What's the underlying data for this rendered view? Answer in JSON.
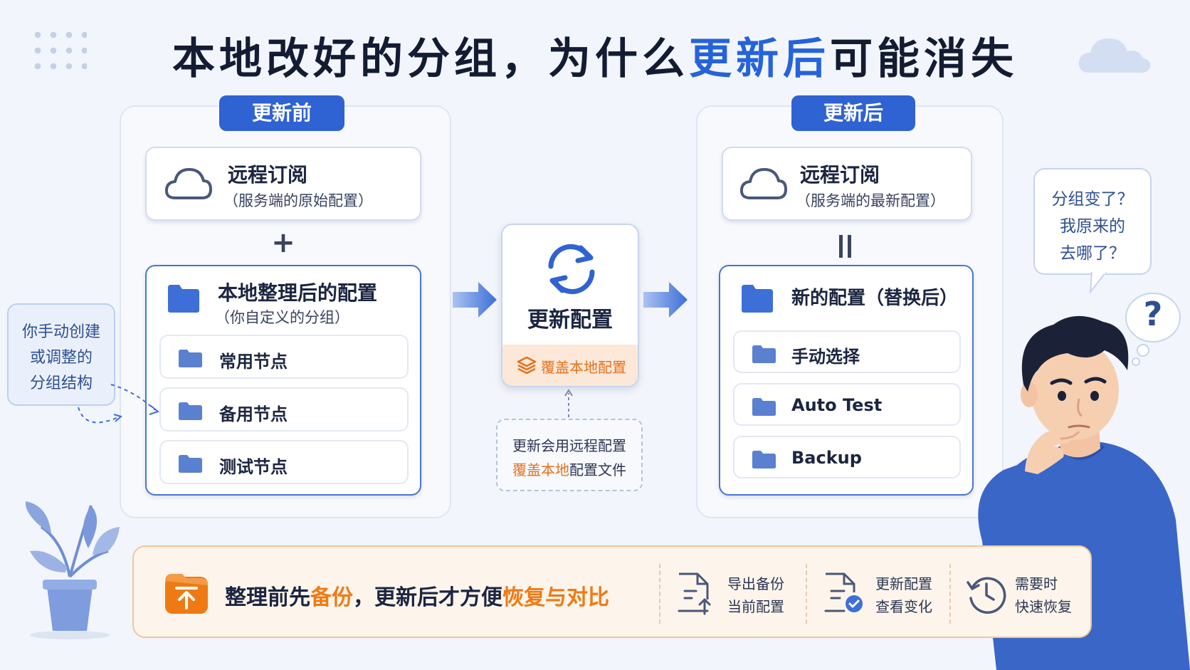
{
  "title": {
    "part1": "本地改好的分组，为什么",
    "highlight": "更新后",
    "part2": "可能消失"
  },
  "before": {
    "tag": "更新前",
    "remote_title": "远程订阅",
    "remote_sub": "（服务端的原始配置）",
    "operator": "+",
    "local_title": "本地整理后的配置",
    "local_sub": "（你自定义的分组）",
    "groups": [
      "常用节点",
      "备用节点",
      "测试节点"
    ]
  },
  "side_note": {
    "lines": [
      "你手动创建",
      "或调整的",
      "分组结构"
    ]
  },
  "center": {
    "title": "更新配置",
    "strip": "覆盖本地配置",
    "note_line1": "更新会用远程配置",
    "note_line2_orange": "覆盖本地",
    "note_line2_rest": "配置文件"
  },
  "after": {
    "tag": "更新后",
    "remote_title": "远程订阅",
    "remote_sub": "（服务端的最新配置）",
    "operator": "=",
    "new_title": "新的配置（替换后）",
    "groups": [
      "手动选择",
      "Auto Test",
      "Backup"
    ]
  },
  "bubble": {
    "lines": [
      "分组变了？",
      "我原来的",
      "去哪了？"
    ],
    "mark": "?"
  },
  "bottom": {
    "main_1": "整理前先",
    "main_2_orange": "备份",
    "main_3": "，更新后才方便",
    "main_4_orange": "恢复与对比",
    "tips": [
      {
        "icon": "export-file-icon",
        "line1": "导出备份",
        "line2": "当前配置"
      },
      {
        "icon": "compare-file-icon",
        "line1": "更新配置",
        "line2": "查看变化"
      },
      {
        "icon": "clock-restore-icon",
        "line1": "需要时",
        "line2": "快速恢复"
      }
    ]
  },
  "colors": {
    "primary": "#2f62d2",
    "accent_orange": "#ef7a14",
    "background": "#f2f5fb"
  }
}
